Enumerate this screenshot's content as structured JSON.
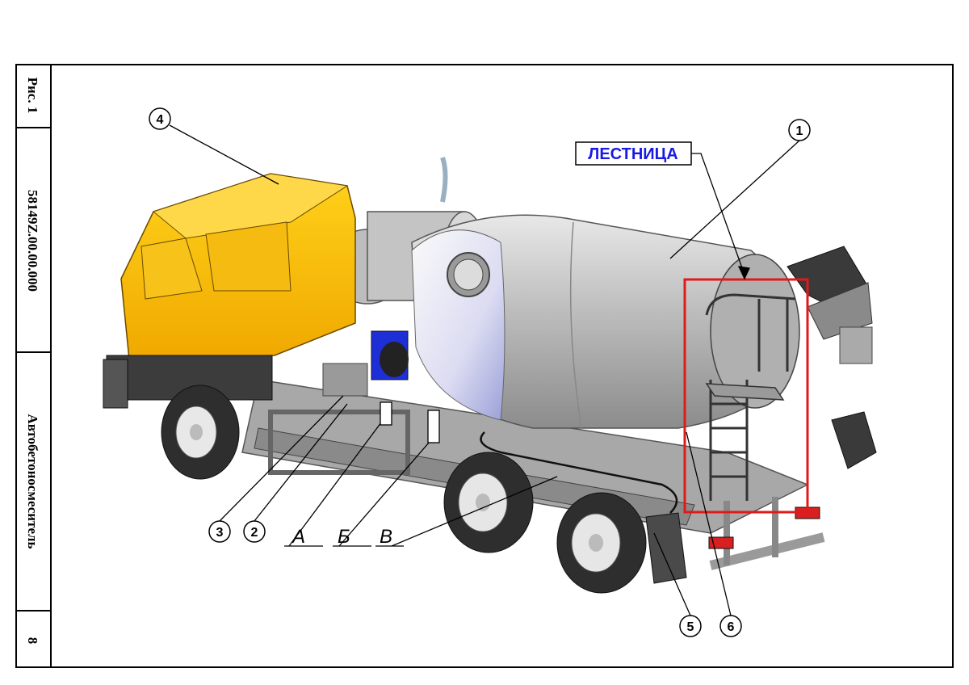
{
  "frame": {
    "sheet_label": "Рис. 1",
    "doc_code": "58149Z.00.00.000",
    "title": "Автобетоносмеситель",
    "page_number": "8"
  },
  "callout": {
    "label": "ЛЕСТНИЦА",
    "color": "#1a1ae6"
  },
  "highlight_color": "#e01a1a",
  "callouts": {
    "n1": "1",
    "n2": "2",
    "n3": "3",
    "n4": "4",
    "n5": "5",
    "n6": "6",
    "lA": "А",
    "lB": "Б",
    "lV": "В"
  },
  "colors": {
    "cab": "#f5b800",
    "drum": "#c8c8c8",
    "chassis": "#7a7a7a",
    "tire": "#2e2e2e"
  }
}
